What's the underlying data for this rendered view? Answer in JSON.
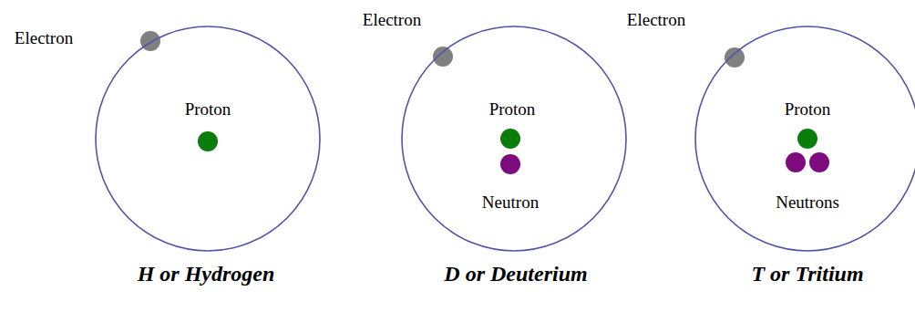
{
  "diagram": {
    "nodes": [
      {
        "text": [
          "Electron",
          "Proton"
        ]
      },
      {
        "text": [
          "Electron",
          "Proton",
          "Neutron"
        ]
      },
      {
        "text": [
          "Electron",
          "Proton",
          "Neutrons"
        ]
      }
    ],
    "labels": [
      "H or Hydrogen",
      "D or Deuterium",
      "T or Tritium"
    ]
  }
}
